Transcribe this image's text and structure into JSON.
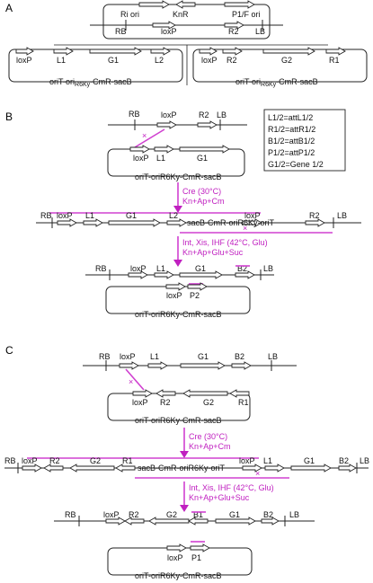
{
  "panels": {
    "a": "A",
    "b": "B",
    "c": "C"
  },
  "plasmid": {
    "ri_ori": "Ri ori",
    "knr": "KnR",
    "p1f_ori": "P1/F ori",
    "rb": "RB",
    "loxp": "loxP",
    "r2": "R2",
    "lb": "LB"
  },
  "donor_left": {
    "loxp": "loxP",
    "l1": "L1",
    "g1": "G1",
    "l2": "L2",
    "name_prefix": "oriT-ori",
    "name_sub": "R6Ky",
    "name_suffix": "-CmR-sacB"
  },
  "donor_right": {
    "loxp": "loxP",
    "r2": "R2",
    "g2": "G2",
    "r1": "R1",
    "name_prefix": "oriT-ori",
    "name_sub": "R6Ky",
    "name_suffix": "-CmR-sacB"
  },
  "legend": [
    "L1/2=attL1/2",
    "R1/2=attR1/2",
    "B1/2=attB1/2",
    "P1/2=attP1/2",
    "G1/2=Gene 1/2"
  ],
  "b": {
    "top": {
      "rb": "RB",
      "loxp": "loxP",
      "r2": "R2",
      "lb": "LB"
    },
    "circle": {
      "loxp": "loxP",
      "l1": "L1",
      "g1": "G1",
      "name": "oriT-oriR6Ky-CmR-sacB"
    },
    "step1": {
      "line1": "Cre (30°C)",
      "line2": "Kn+Ap+Cm"
    },
    "cointegrate": {
      "rb": "RB",
      "loxp1": "loxP",
      "l1": "L1",
      "g1": "G1",
      "l2": "L2",
      "backbone": "sacB-CmR-oriR6Ky-oriT",
      "loxp2": "loxP",
      "r2": "R2",
      "lb": "LB"
    },
    "step2": {
      "line1": "Int, Xis, IHF (42°C, Glu)",
      "line2": "Kn+Ap+Glu+Suc"
    },
    "product": {
      "rb": "RB",
      "loxp": "loxP",
      "l1": "L1",
      "g1": "G1",
      "b2": "B2",
      "lb": "LB"
    },
    "byproduct": {
      "loxp": "loxP",
      "p2": "P2",
      "name": "oriT-oriR6Ky-CmR-sacB"
    }
  },
  "c": {
    "top": {
      "rb": "RB",
      "loxp": "loxP",
      "l1": "L1",
      "g1": "G1",
      "b2": "B2",
      "lb": "LB"
    },
    "circle": {
      "loxp": "loxP",
      "r2": "R2",
      "g2": "G2",
      "r1": "R1",
      "name": "oriT-oriR6Ky-CmR-sacB"
    },
    "step1": {
      "line1": "Cre (30°C)",
      "line2": "Kn+Ap+Cm"
    },
    "cointegrate": {
      "rb": "RB",
      "loxp1": "loxP",
      "r2": "R2",
      "g2": "G2",
      "r1": "R1",
      "backbone": "sacB-CmR-oriR6Ky-oriT",
      "loxp2": "loxP",
      "l1": "L1",
      "g1": "G1",
      "b2": "B2",
      "lb": "LB"
    },
    "step2": {
      "line1": "Int, Xis, IHF (42°C, Glu)",
      "line2": "Kn+Ap+Glu+Suc"
    },
    "product": {
      "rb": "RB",
      "loxp": "loxP",
      "r2": "R2",
      "g2": "G2",
      "b1": "B1",
      "g1": "G1",
      "b2": "B2",
      "lb": "LB"
    },
    "byproduct": {
      "loxp": "loxP",
      "p1": "P1",
      "name": "oriT-oriR6Ky-CmR-sacB"
    }
  },
  "colors": {
    "accent": "#c020c0"
  }
}
